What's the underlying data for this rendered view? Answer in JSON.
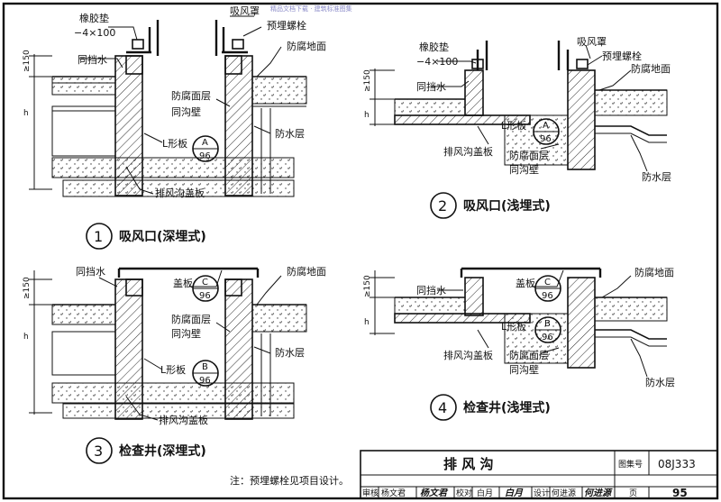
{
  "watermark": "精品文档下载 · 建筑标准图集",
  "labels": {
    "rubber_pad": "橡胶垫",
    "rubber_pad_size": "−4×100",
    "suction_hood": "吸风罩",
    "embedded_bolt": "预埋螺栓",
    "anti_corrosion_floor": "防腐地面",
    "water_stop": "同挡水",
    "anti_corrosion_surface": "防腐面层",
    "same_trench_wall": "同沟壁",
    "waterproof_layer": "防水层",
    "l_plate": "L形板",
    "trench_cover": "排风沟盖板",
    "cover_plate": "盖板",
    "dim_150": "≥150",
    "dim_h": "h"
  },
  "refs": {
    "A": {
      "top": "A",
      "bottom": "96"
    },
    "B": {
      "top": "B",
      "bottom": "96"
    },
    "C": {
      "top": "C",
      "bottom": "96"
    }
  },
  "details": [
    {
      "num": "1",
      "title": "吸风口(深埋式)"
    },
    {
      "num": "2",
      "title": "吸风口(浅埋式)"
    },
    {
      "num": "3",
      "title": "检查井(深埋式)"
    },
    {
      "num": "4",
      "title": "检查井(浅埋式)"
    }
  ],
  "note": "注：预埋螺栓见项目设计。",
  "title_block": {
    "drawing_title": "排  风  沟",
    "atlas_label": "图集号",
    "atlas_no": "08J333",
    "review_label": "审核",
    "reviewer": "杨文君",
    "reviewer_sign": "杨文君",
    "check_label": "校对",
    "checker": "白月",
    "checker_sign": "白月",
    "design_label": "设计",
    "designer": "何进源",
    "designer_sign": "何进源",
    "page_label": "页",
    "page_no": "95"
  }
}
